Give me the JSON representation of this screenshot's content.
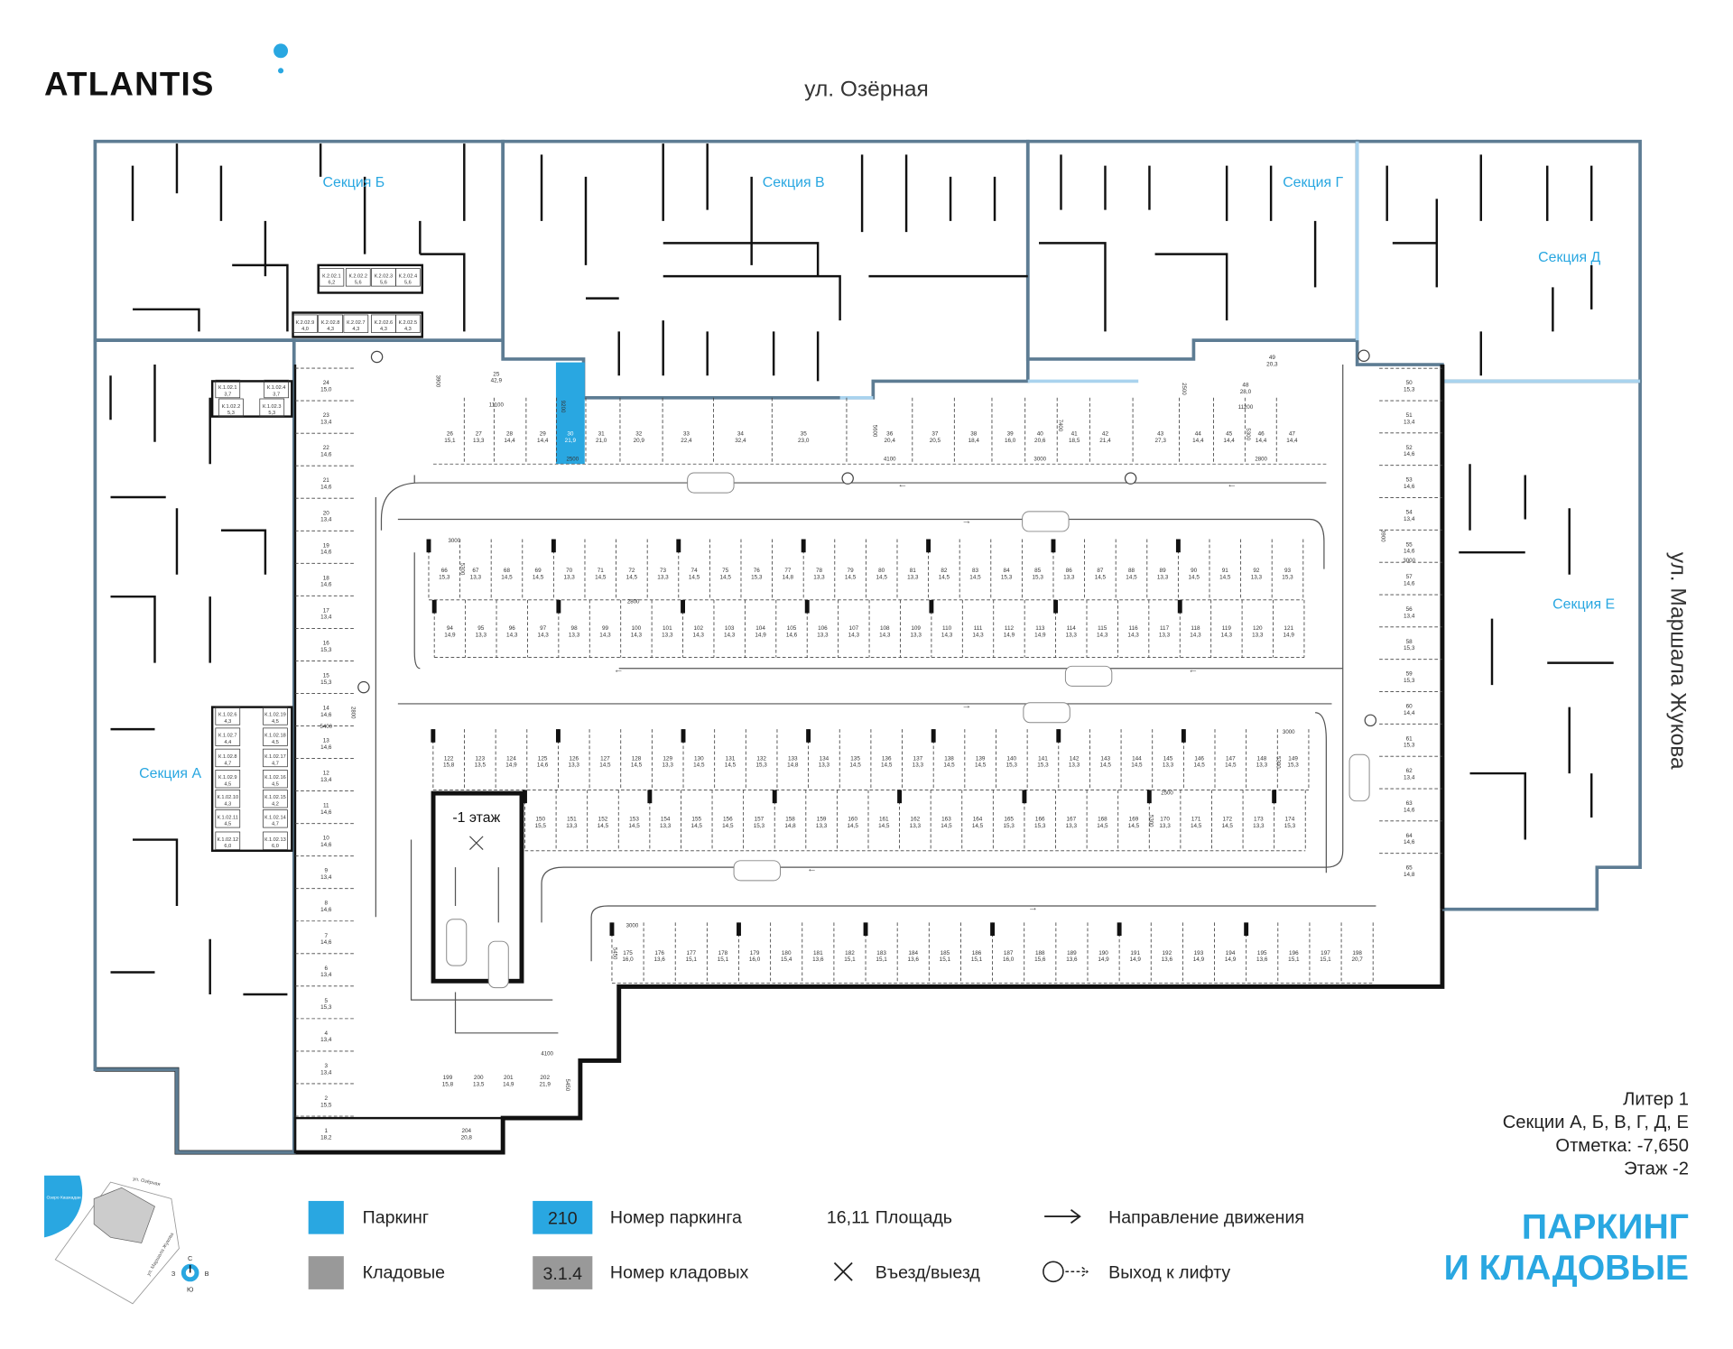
{
  "brand": {
    "logo_text": "ATLANTIS"
  },
  "streets": {
    "north": "ул. Озёрная",
    "east": "ул. Маршала Жукова"
  },
  "sections": {
    "a": "Секция А",
    "b": "Секция Б",
    "v": "Секция В",
    "g": "Секция Г",
    "d": "Секция Д",
    "e": "Секция Е"
  },
  "ramp_label": "-1 этаж",
  "info": {
    "liter": "Литер 1",
    "sections": "Секции А, Б, В, Г, Д, Е",
    "mark": "Отметка:  -7,650",
    "floor": "Этаж  -2"
  },
  "title": {
    "line1": "ПАРКИНГ",
    "line2": "И КЛАДОВЫЕ"
  },
  "colors": {
    "parking": "#29a7e1",
    "storage": "#999999",
    "section_border": "#5d7c93",
    "selected": "#29a7e1"
  },
  "selected_spot": "30",
  "legend": {
    "parking": "Паркинг",
    "storage": "Кладовые",
    "parking_num_sample": "210",
    "parking_num": "Номер паркинга",
    "storage_num_sample": "3.1.4",
    "storage_num": "Номер кладовых",
    "area_sample": "16,11",
    "area": "Площадь",
    "direction": "Направление движения",
    "entry": "Въезд/выезд",
    "lift": "Выход к лифту"
  },
  "minimap": {
    "street_north": "ул. Озёрная",
    "street_east": "ул. Маршала Жукова",
    "lake": "Озеро Кашкадан",
    "compass": {
      "n": "С",
      "e": "В",
      "s": "Ю",
      "w": "З"
    }
  },
  "parking": {
    "top_row": [
      {
        "n": "26",
        "a": "15,1"
      },
      {
        "n": "27",
        "a": "13,3"
      },
      {
        "n": "28",
        "a": "14,4"
      },
      {
        "n": "29",
        "a": "14,4"
      },
      {
        "n": "30",
        "a": "21,9"
      },
      {
        "n": "31",
        "a": "21,0"
      },
      {
        "n": "32",
        "a": "20,9"
      },
      {
        "n": "33",
        "a": "22,4"
      },
      {
        "n": "34",
        "a": "32,4"
      },
      {
        "n": "35",
        "a": "23,0"
      },
      {
        "n": "36",
        "a": "20,4"
      },
      {
        "n": "37",
        "a": "20,5"
      },
      {
        "n": "38",
        "a": "18,4"
      },
      {
        "n": "39",
        "a": "16,0"
      },
      {
        "n": "40",
        "a": "20,6"
      },
      {
        "n": "41",
        "a": "18,5"
      },
      {
        "n": "42",
        "a": "21,4"
      },
      {
        "n": "43",
        "a": "27,3"
      },
      {
        "n": "44",
        "a": "14,4"
      },
      {
        "n": "45",
        "a": "14,4"
      },
      {
        "n": "46",
        "a": "14,4"
      },
      {
        "n": "47",
        "a": "14,4"
      }
    ],
    "extra_top": [
      {
        "n": "25",
        "a": "42,9"
      },
      {
        "n": "48",
        "a": "28,0"
      },
      {
        "n": "49",
        "a": "20,3"
      }
    ],
    "row_66_93": [
      {
        "n": "66",
        "a": "15,3"
      },
      {
        "n": "67",
        "a": "13,3"
      },
      {
        "n": "68",
        "a": "14,5"
      },
      {
        "n": "69",
        "a": "14,5"
      },
      {
        "n": "70",
        "a": "13,3"
      },
      {
        "n": "71",
        "a": "14,5"
      },
      {
        "n": "72",
        "a": "14,5"
      },
      {
        "n": "73",
        "a": "13,3"
      },
      {
        "n": "74",
        "a": "14,5"
      },
      {
        "n": "75",
        "a": "14,5"
      },
      {
        "n": "76",
        "a": "15,3"
      },
      {
        "n": "77",
        "a": "14,8"
      },
      {
        "n": "78",
        "a": "13,3"
      },
      {
        "n": "79",
        "a": "14,5"
      },
      {
        "n": "80",
        "a": "14,5"
      },
      {
        "n": "81",
        "a": "13,3"
      },
      {
        "n": "82",
        "a": "14,5"
      },
      {
        "n": "83",
        "a": "14,5"
      },
      {
        "n": "84",
        "a": "15,3"
      },
      {
        "n": "85",
        "a": "15,3"
      },
      {
        "n": "86",
        "a": "13,3"
      },
      {
        "n": "87",
        "a": "14,5"
      },
      {
        "n": "88",
        "a": "14,5"
      },
      {
        "n": "89",
        "a": "13,3"
      },
      {
        "n": "90",
        "a": "14,5"
      },
      {
        "n": "91",
        "a": "14,5"
      },
      {
        "n": "92",
        "a": "13,3"
      },
      {
        "n": "93",
        "a": "15,3"
      }
    ],
    "row_94_121": [
      {
        "n": "94",
        "a": "14,9"
      },
      {
        "n": "95",
        "a": "13,3"
      },
      {
        "n": "96",
        "a": "14,3"
      },
      {
        "n": "97",
        "a": "14,3"
      },
      {
        "n": "98",
        "a": "13,3"
      },
      {
        "n": "99",
        "a": "14,3"
      },
      {
        "n": "100",
        "a": "14,3"
      },
      {
        "n": "101",
        "a": "13,3"
      },
      {
        "n": "102",
        "a": "14,3"
      },
      {
        "n": "103",
        "a": "14,3"
      },
      {
        "n": "104",
        "a": "14,9"
      },
      {
        "n": "105",
        "a": "14,6"
      },
      {
        "n": "106",
        "a": "13,3"
      },
      {
        "n": "107",
        "a": "14,3"
      },
      {
        "n": "108",
        "a": "14,3"
      },
      {
        "n": "109",
        "a": "13,3"
      },
      {
        "n": "110",
        "a": "14,3"
      },
      {
        "n": "111",
        "a": "14,3"
      },
      {
        "n": "112",
        "a": "14,9"
      },
      {
        "n": "113",
        "a": "14,9"
      },
      {
        "n": "114",
        "a": "13,3"
      },
      {
        "n": "115",
        "a": "14,3"
      },
      {
        "n": "116",
        "a": "14,3"
      },
      {
        "n": "117",
        "a": "13,3"
      },
      {
        "n": "118",
        "a": "14,3"
      },
      {
        "n": "119",
        "a": "14,3"
      },
      {
        "n": "120",
        "a": "13,3"
      },
      {
        "n": "121",
        "a": "14,9"
      }
    ],
    "row_122_149": [
      {
        "n": "122",
        "a": "15,8"
      },
      {
        "n": "123",
        "a": "13,5"
      },
      {
        "n": "124",
        "a": "14,9"
      },
      {
        "n": "125",
        "a": "14,6"
      },
      {
        "n": "126",
        "a": "13,3"
      },
      {
        "n": "127",
        "a": "14,5"
      },
      {
        "n": "128",
        "a": "14,5"
      },
      {
        "n": "129",
        "a": "13,3"
      },
      {
        "n": "130",
        "a": "14,5"
      },
      {
        "n": "131",
        "a": "14,5"
      },
      {
        "n": "132",
        "a": "15,3"
      },
      {
        "n": "133",
        "a": "14,8"
      },
      {
        "n": "134",
        "a": "13,3"
      },
      {
        "n": "135",
        "a": "14,5"
      },
      {
        "n": "136",
        "a": "14,5"
      },
      {
        "n": "137",
        "a": "13,3"
      },
      {
        "n": "138",
        "a": "14,5"
      },
      {
        "n": "139",
        "a": "14,5"
      },
      {
        "n": "140",
        "a": "15,3"
      },
      {
        "n": "141",
        "a": "15,3"
      },
      {
        "n": "142",
        "a": "13,3"
      },
      {
        "n": "143",
        "a": "14,5"
      },
      {
        "n": "144",
        "a": "14,5"
      },
      {
        "n": "145",
        "a": "13,3"
      },
      {
        "n": "146",
        "a": "14,5"
      },
      {
        "n": "147",
        "a": "14,5"
      },
      {
        "n": "148",
        "a": "13,3"
      },
      {
        "n": "149",
        "a": "15,3"
      }
    ],
    "row_150_174": [
      {
        "n": "150",
        "a": "15,5"
      },
      {
        "n": "151",
        "a": "13,3"
      },
      {
        "n": "152",
        "a": "14,5"
      },
      {
        "n": "153",
        "a": "14,5"
      },
      {
        "n": "154",
        "a": "13,3"
      },
      {
        "n": "155",
        "a": "14,5"
      },
      {
        "n": "156",
        "a": "14,5"
      },
      {
        "n": "157",
        "a": "15,3"
      },
      {
        "n": "158",
        "a": "14,8"
      },
      {
        "n": "159",
        "a": "13,3"
      },
      {
        "n": "160",
        "a": "14,5"
      },
      {
        "n": "161",
        "a": "14,5"
      },
      {
        "n": "162",
        "a": "13,3"
      },
      {
        "n": "163",
        "a": "14,5"
      },
      {
        "n": "164",
        "a": "14,5"
      },
      {
        "n": "165",
        "a": "15,3"
      },
      {
        "n": "166",
        "a": "15,3"
      },
      {
        "n": "167",
        "a": "13,3"
      },
      {
        "n": "168",
        "a": "14,5"
      },
      {
        "n": "169",
        "a": "14,5"
      },
      {
        "n": "170",
        "a": "13,3"
      },
      {
        "n": "171",
        "a": "14,5"
      },
      {
        "n": "172",
        "a": "14,5"
      },
      {
        "n": "173",
        "a": "13,3"
      },
      {
        "n": "174",
        "a": "15,3"
      }
    ],
    "row_175_198": [
      {
        "n": "175",
        "a": "16,0"
      },
      {
        "n": "176",
        "a": "13,6"
      },
      {
        "n": "177",
        "a": "15,1"
      },
      {
        "n": "178",
        "a": "15,1"
      },
      {
        "n": "179",
        "a": "16,0"
      },
      {
        "n": "180",
        "a": "15,4"
      },
      {
        "n": "181",
        "a": "13,6"
      },
      {
        "n": "182",
        "a": "15,1"
      },
      {
        "n": "183",
        "a": "15,1"
      },
      {
        "n": "184",
        "a": "13,6"
      },
      {
        "n": "185",
        "a": "15,1"
      },
      {
        "n": "186",
        "a": "15,1"
      },
      {
        "n": "187",
        "a": "16,0"
      },
      {
        "n": "188",
        "a": "15,6"
      },
      {
        "n": "189",
        "a": "13,6"
      },
      {
        "n": "190",
        "a": "14,9"
      },
      {
        "n": "191",
        "a": "14,9"
      },
      {
        "n": "192",
        "a": "13,6"
      },
      {
        "n": "193",
        "a": "14,9"
      },
      {
        "n": "194",
        "a": "14,9"
      },
      {
        "n": "195",
        "a": "13,6"
      },
      {
        "n": "196",
        "a": "15,1"
      },
      {
        "n": "197",
        "a": "15,1"
      },
      {
        "n": "198",
        "a": "20,7"
      }
    ],
    "left_column": [
      {
        "n": "24",
        "a": "15,0"
      },
      {
        "n": "23",
        "a": "13,4"
      },
      {
        "n": "22",
        "a": "14,6"
      },
      {
        "n": "21",
        "a": "14,6"
      },
      {
        "n": "20",
        "a": "13,4"
      },
      {
        "n": "19",
        "a": "14,6"
      },
      {
        "n": "18",
        "a": "14,6"
      },
      {
        "n": "17",
        "a": "13,4"
      },
      {
        "n": "16",
        "a": "15,3"
      },
      {
        "n": "15",
        "a": "15,3"
      },
      {
        "n": "14",
        "a": "14,6"
      },
      {
        "n": "13",
        "a": "14,6"
      },
      {
        "n": "12",
        "a": "13,4"
      },
      {
        "n": "11",
        "a": "14,6"
      },
      {
        "n": "10",
        "a": "14,6"
      },
      {
        "n": "9",
        "a": "13,4"
      },
      {
        "n": "8",
        "a": "14,6"
      },
      {
        "n": "7",
        "a": "14,6"
      },
      {
        "n": "6",
        "a": "13,4"
      },
      {
        "n": "5",
        "a": "15,3"
      },
      {
        "n": "4",
        "a": "13,4"
      },
      {
        "n": "3",
        "a": "13,4"
      },
      {
        "n": "2",
        "a": "15,5"
      },
      {
        "n": "1",
        "a": "18,2"
      }
    ],
    "right_column": [
      {
        "n": "50",
        "a": "15,3"
      },
      {
        "n": "51",
        "a": "13,4"
      },
      {
        "n": "52",
        "a": "14,6"
      },
      {
        "n": "53",
        "a": "14,6"
      },
      {
        "n": "54",
        "a": "13,4"
      },
      {
        "n": "55",
        "a": "14,6"
      },
      {
        "n": "57",
        "a": "14,6"
      },
      {
        "n": "56",
        "a": "13,4"
      },
      {
        "n": "58",
        "a": "15,3"
      },
      {
        "n": "59",
        "a": "15,3"
      },
      {
        "n": "60",
        "a": "14,4"
      },
      {
        "n": "61",
        "a": "15,3"
      },
      {
        "n": "62",
        "a": "13,4"
      },
      {
        "n": "63",
        "a": "14,6"
      },
      {
        "n": "64",
        "a": "14,6"
      },
      {
        "n": "65",
        "a": "14,8"
      }
    ],
    "bottom_group": [
      {
        "n": "199",
        "a": "15,8"
      },
      {
        "n": "200",
        "a": "13,5"
      },
      {
        "n": "201",
        "a": "14,9"
      },
      {
        "n": "202",
        "a": "21,9"
      },
      {
        "n": "204",
        "a": "20,8"
      }
    ]
  },
  "storage": {
    "b_top": [
      {
        "n": "К.2.02.1",
        "a": "6,2"
      },
      {
        "n": "К.2.02.2",
        "a": "5,6"
      },
      {
        "n": "К.2.02.3",
        "a": "5,6"
      },
      {
        "n": "К.2.02.4",
        "a": "5,6"
      }
    ],
    "b_bottom": [
      {
        "n": "К.2.02.9",
        "a": "4,0"
      },
      {
        "n": "К.2.02.8",
        "a": "4,3"
      },
      {
        "n": "К.2.02.7",
        "a": "4,3"
      },
      {
        "n": "К.2.02.6",
        "a": "4,3"
      },
      {
        "n": "К.2.02.5",
        "a": "4,3"
      }
    ],
    "a_top": [
      {
        "n": "К.1.02.1",
        "a": "3,7"
      },
      {
        "n": "К.1.02.4",
        "a": "3,7"
      },
      {
        "n": "К.1.02.2",
        "a": "5,3"
      },
      {
        "n": "К.1.02.3",
        "a": "5,3"
      }
    ],
    "a_left": [
      {
        "n": "К.1.02.6",
        "a": "4,3"
      },
      {
        "n": "К.1.02.7",
        "a": "4,4"
      },
      {
        "n": "К.1.02.8",
        "a": "4,7"
      },
      {
        "n": "К.1.02.9",
        "a": "4,5"
      },
      {
        "n": "К.1.02.10",
        "a": "4,3"
      },
      {
        "n": "К.1.02.11",
        "a": "4,5"
      },
      {
        "n": "К.1.02.12",
        "a": "6,0"
      }
    ],
    "a_right": [
      {
        "n": "К.1.02.19",
        "a": "4,5"
      },
      {
        "n": "К.1.02.18",
        "a": "4,5"
      },
      {
        "n": "К.1.02.17",
        "a": "4,7"
      },
      {
        "n": "К.1.02.16",
        "a": "4,5"
      },
      {
        "n": "К.1.02.15",
        "a": "4,2"
      },
      {
        "n": "К.1.02.14",
        "a": "4,7"
      },
      {
        "n": "К.1.02.13",
        "a": "6,0"
      }
    ]
  },
  "dimensions": [
    "3900",
    "11100",
    "9200",
    "2500",
    "5600",
    "4100",
    "3000",
    "7400",
    "2500",
    "11200",
    "5300",
    "2800",
    "3000",
    "5300",
    "2800",
    "5400",
    "2800",
    "3900",
    "3000",
    "3000",
    "5300",
    "2500",
    "5300",
    "3000",
    "5450",
    "4100",
    "5450"
  ]
}
